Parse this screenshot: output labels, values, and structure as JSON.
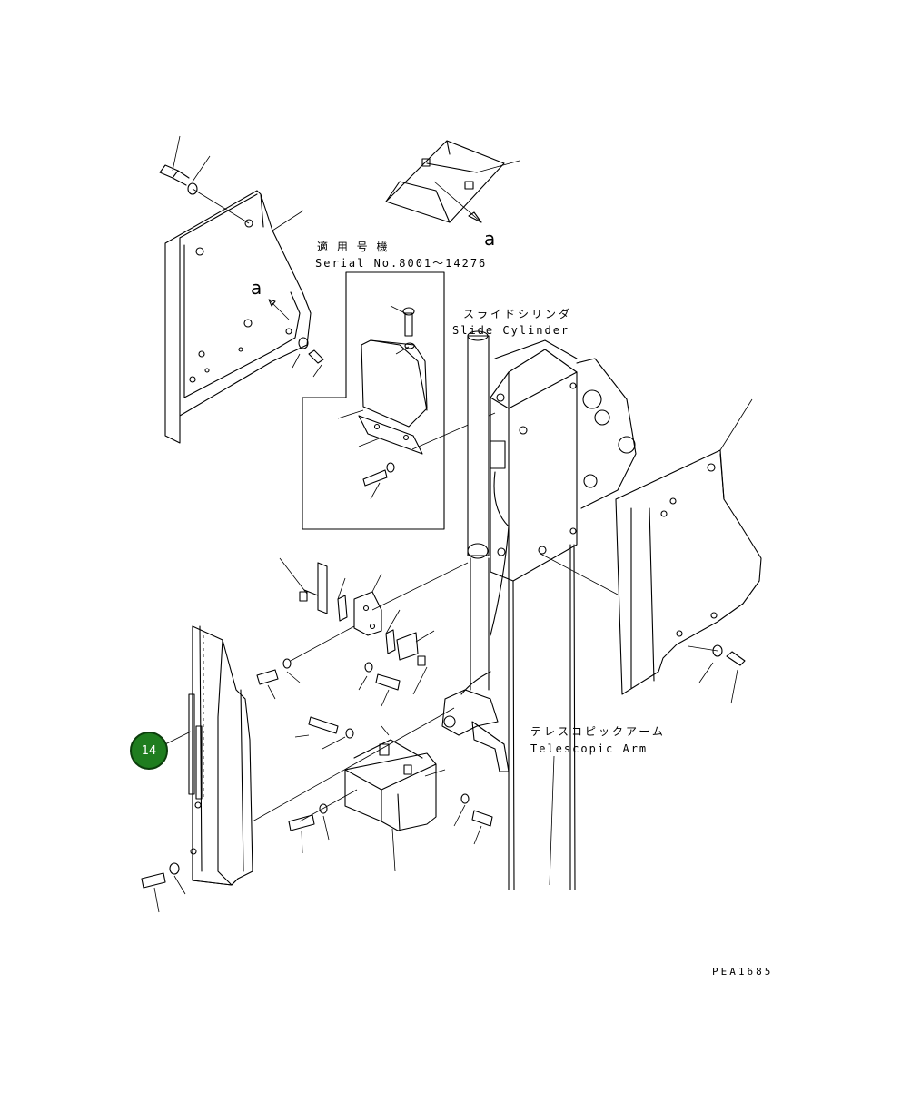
{
  "labels": {
    "serial_jp": "適 用 号 機",
    "serial_en": "Serial No.8001～14276",
    "slide_cylinder_jp": "スライドシリンダ",
    "slide_cylinder_en": "Slide Cylinder",
    "telescopic_arm_jp": "テレスコピックアーム",
    "telescopic_arm_en": "Telescopic Arm",
    "view_a_top": "a",
    "view_a_left": "a",
    "drawing_code": "PEA1685"
  },
  "callout": {
    "number": "14",
    "color": "#1f7d1f"
  }
}
